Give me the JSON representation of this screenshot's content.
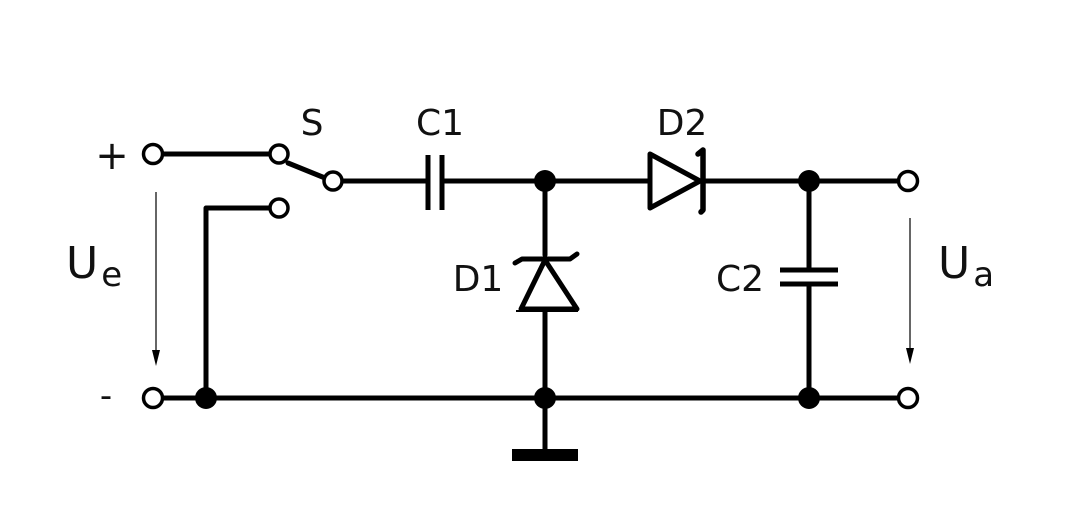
{
  "terminals": {
    "plus": "+",
    "minus": "-"
  },
  "labels": {
    "switch": "S",
    "c1": "C1",
    "d1": "D1",
    "d2": "D2",
    "c2": "C2"
  },
  "voltages": {
    "input_main": "U",
    "input_sub": "e",
    "output_main": "U",
    "output_sub": "a"
  },
  "colors": {
    "line": "#000000",
    "background": "#ffffff"
  }
}
